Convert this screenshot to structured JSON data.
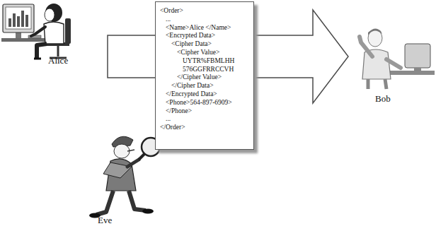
{
  "diagram": {
    "nodes": [
      {
        "text": [
          "Alice"
        ]
      },
      {
        "text": [
          "<Order>",
          "...",
          "<Name>Alice </Name>",
          "<Encrypted Data>",
          "<Cipher Data>",
          "<Cipher Value>",
          "UYTR%FBMLHH",
          "576GGFRRCCVH",
          "</Cipher Value>",
          "</Cipher Data>",
          "</Encrypted Data>",
          "<Phone>564-897-6909>",
          "</Phone>",
          "...",
          "</Order>"
        ]
      },
      {
        "text": [
          "Bob"
        ]
      },
      {
        "text": [
          "Eve"
        ]
      }
    ],
    "edges": [
      {
        "from": 0,
        "to": 2,
        "arrow": "to"
      }
    ]
  }
}
